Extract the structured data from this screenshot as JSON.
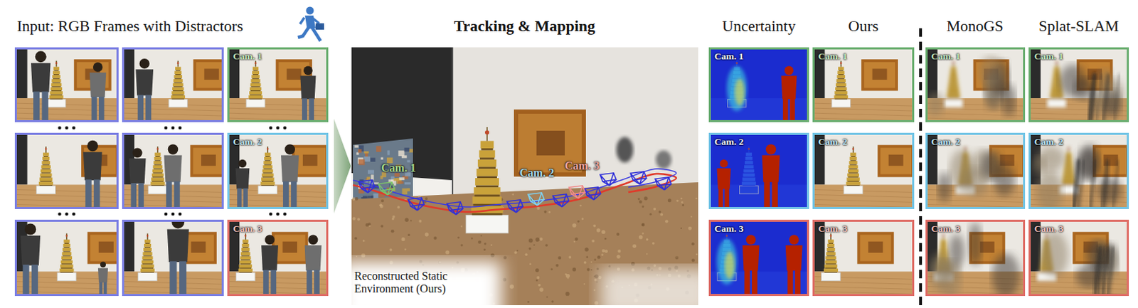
{
  "diagram": {
    "nodes": [
      {
        "text": [
          "Cam. 1"
        ]
      },
      {
        "text": [
          "Cam. 1"
        ]
      },
      {
        "text": [
          "Cam. 1"
        ]
      },
      {
        "text": [
          "Cam. 1"
        ]
      },
      {
        "text": [
          "Cam. 1"
        ]
      },
      {
        "text": [
          "Cam. 2"
        ]
      },
      {
        "text": [
          "Cam. 2"
        ]
      },
      {
        "text": [
          "Cam. 2"
        ]
      },
      {
        "text": [
          "Cam. 2"
        ]
      },
      {
        "text": [
          "Cam. 2"
        ]
      },
      {
        "text": [
          "Cam. 3"
        ]
      },
      {
        "text": [
          "Cam. 3"
        ]
      },
      {
        "text": [
          "Cam. 3"
        ]
      },
      {
        "text": [
          "Cam. 3"
        ]
      },
      {
        "text": [
          "Cam. 3"
        ]
      }
    ],
    "labels": [
      "Input: RGB Frames with Distractors",
      "Tracking & Mapping",
      "Uncertainty",
      "Ours",
      "MonoGS",
      "Splat-SLAM",
      "Cam. 1",
      "Cam. 2",
      "Cam. 3",
      "Reconstructed Static Environment (Ours)"
    ]
  }
}
